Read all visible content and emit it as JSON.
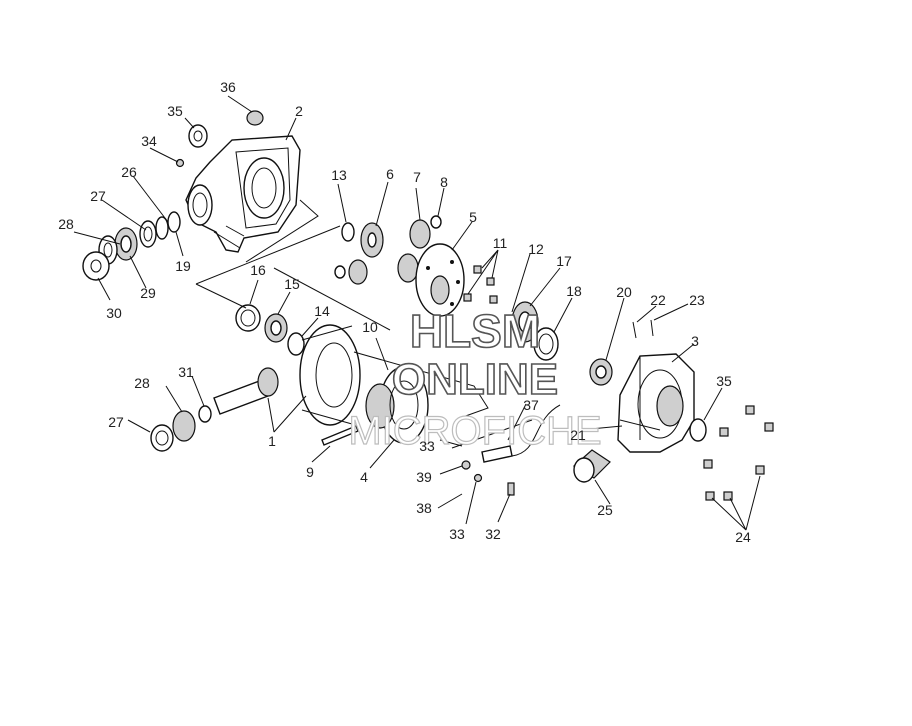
{
  "labels": [
    "1",
    "2",
    "3",
    "4",
    "5",
    "6",
    "7",
    "8",
    "9",
    "10",
    "11",
    "12",
    "13",
    "14",
    "15",
    "16",
    "17",
    "18",
    "19",
    "20",
    "21",
    "22",
    "23",
    "24",
    "25",
    "26",
    "27",
    "28",
    "29",
    "30",
    "31",
    "32",
    "33",
    "34",
    "35",
    "36",
    "37",
    "38",
    "39"
  ],
  "watermark": {
    "line1": "HLSM",
    "line2": "ONLINE",
    "line3": "MICROFICHE"
  }
}
